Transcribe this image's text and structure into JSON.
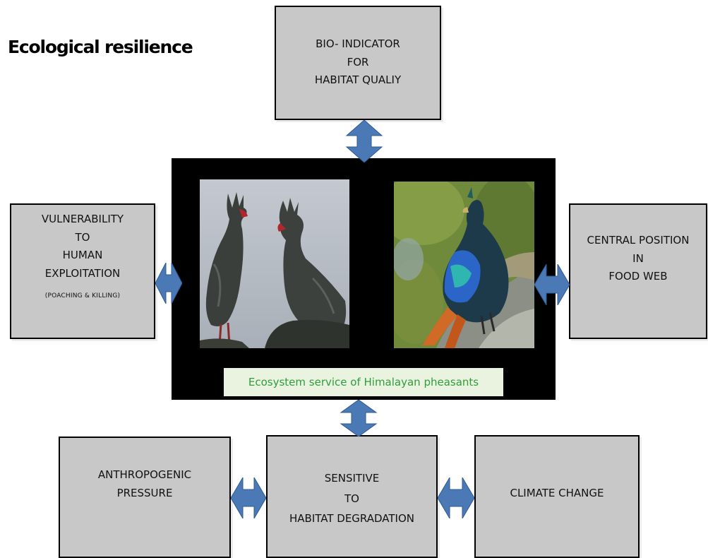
{
  "title": "Ecological resilience",
  "boxes": {
    "top": {
      "lines": [
        "BIO- INDICATOR",
        "FOR",
        "HABITAT QUALIY"
      ]
    },
    "left": {
      "lines": [
        "VULNERABILITY",
        "TO",
        "HUMAN",
        "EXPLOITATION"
      ],
      "note": "(POACHING & KILLING)"
    },
    "right": {
      "lines": [
        "CENTRAL POSITION",
        "IN",
        "FOOD WEB"
      ]
    },
    "bottom_left": {
      "lines": [
        "ANTHROPOGENIC",
        "PRESSURE"
      ]
    },
    "bottom_center": {
      "lines": [
        "SENSITIVE",
        "TO",
        "HABITAT DEGRADATION"
      ]
    },
    "bottom_right": {
      "lines": [
        "CLIMATE CHANGE"
      ]
    }
  },
  "center": {
    "caption": "Ecosystem service of Himalayan pheasants"
  },
  "colors": {
    "box_fill": "#c8c8c8",
    "arrow": "#4a79b5",
    "caption_text": "#2e9e3c",
    "caption_bg": "#eaf3df"
  }
}
